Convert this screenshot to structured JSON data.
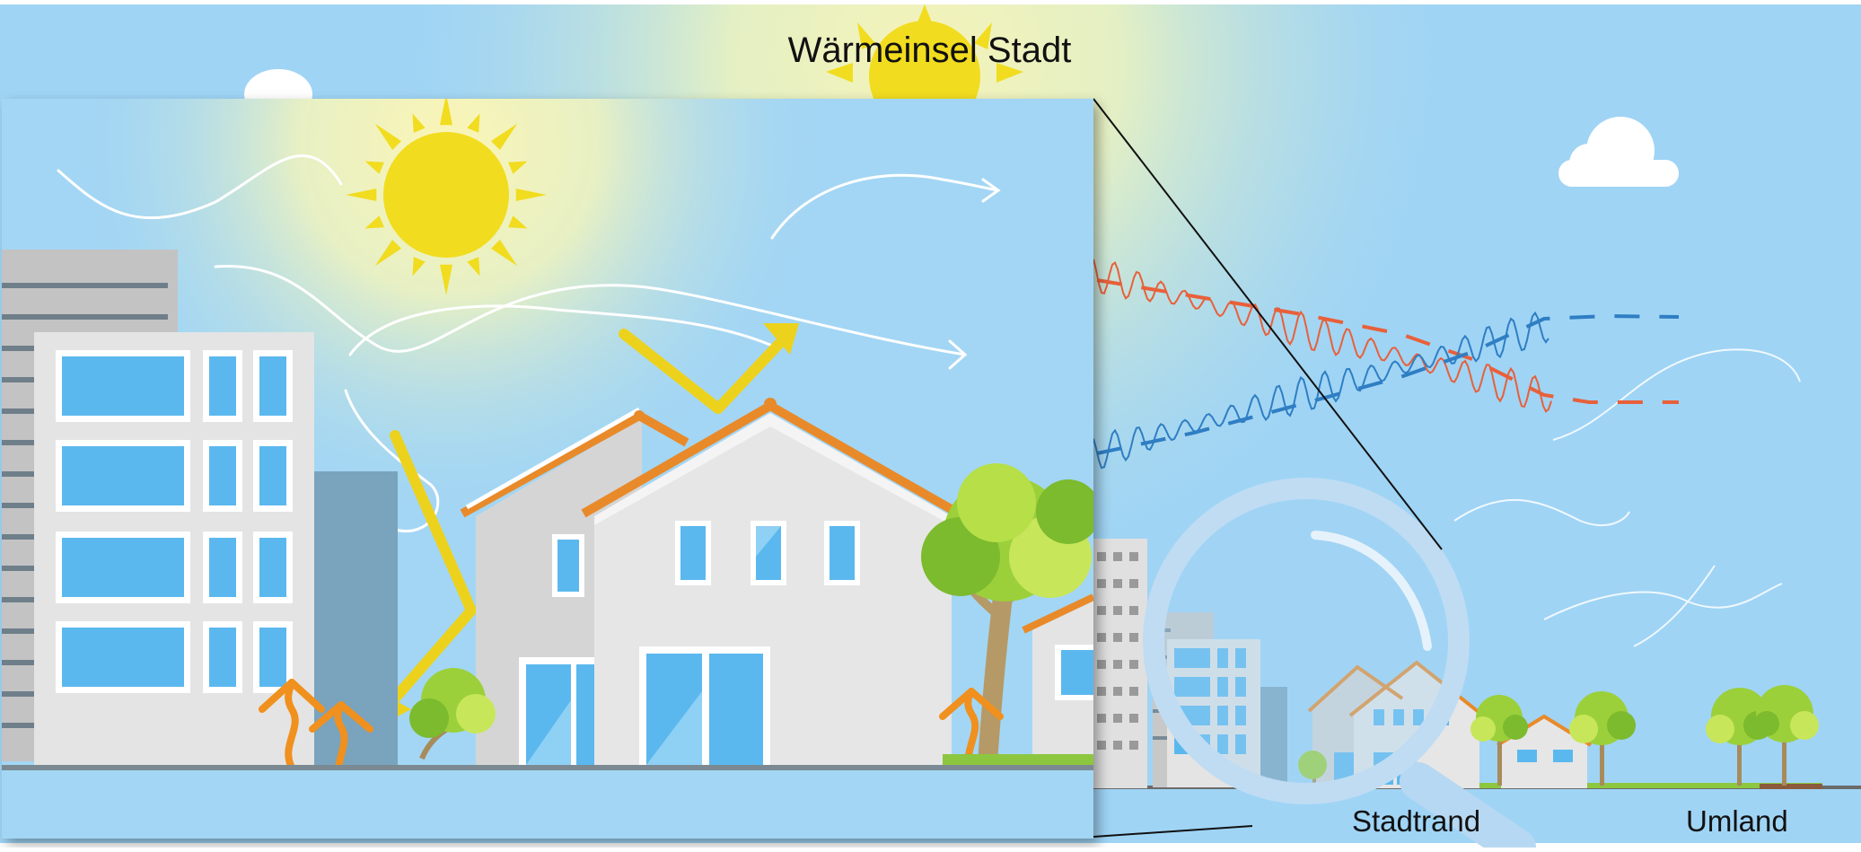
{
  "title": "Wärmeinsel Stadt",
  "zones": {
    "stadtrand": "Stadtrand",
    "umland": "Umland"
  },
  "colors": {
    "sky": "#9fd4f5",
    "sun": "#f1dc1f",
    "warm_curve": "#e8603a",
    "cool_curve": "#2f7ec4",
    "roof": "#e88a2a",
    "window": "#5bb8ee",
    "building": "#e2e2e2",
    "heat_arrow": "#f0901e",
    "radiation_arrow": "#ecd21c",
    "grass": "#8dc63f",
    "tree_leaves": "#9bd03a"
  },
  "icons": [
    "sun-icon",
    "cloud-icon",
    "magnifying-glass-icon",
    "tree-icon",
    "wind-line-icon",
    "heat-arrow-icon",
    "radiation-arrow-icon"
  ]
}
